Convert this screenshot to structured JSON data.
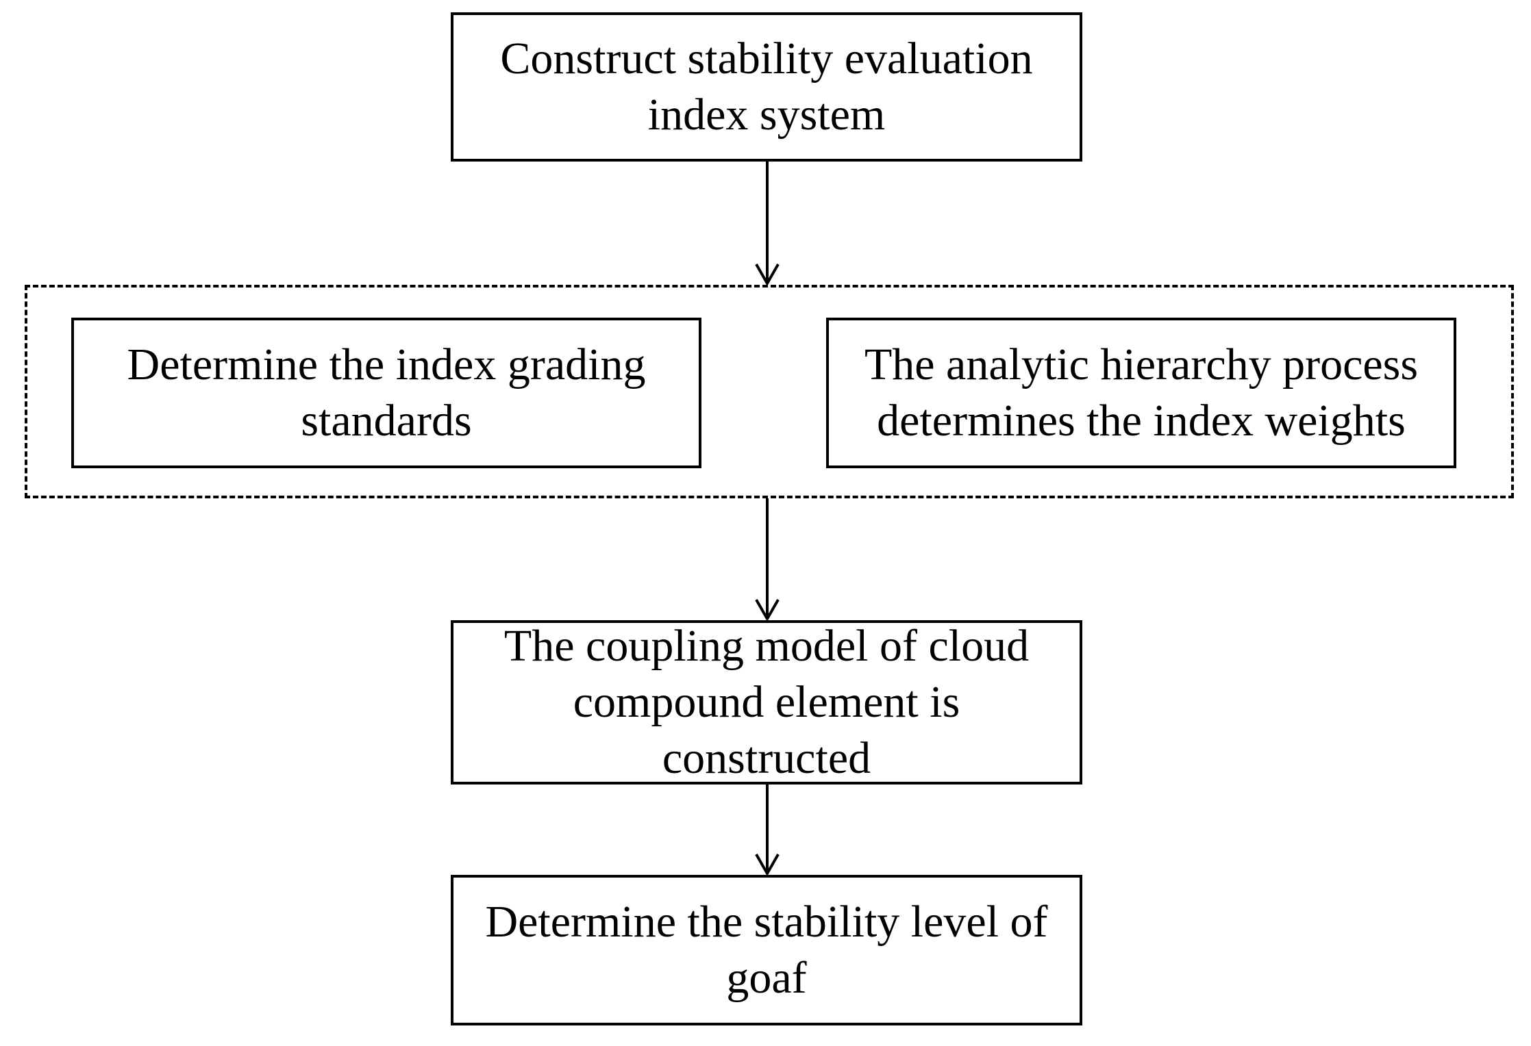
{
  "diagram": {
    "type": "flowchart",
    "nodes": {
      "construct": "Construct stability evaluation index system",
      "grading": "Determine the index grading standards",
      "ahp": "The analytic hierarchy process determines the index weights",
      "coupling": "The coupling model of cloud compound element is constructed",
      "level": "Determine the stability level of goaf"
    },
    "edges": [
      {
        "from": "construct",
        "to": "group"
      },
      {
        "from": "group",
        "to": "coupling"
      },
      {
        "from": "coupling",
        "to": "level"
      }
    ],
    "group": {
      "members": [
        "grading",
        "ahp"
      ],
      "style": "dashed"
    },
    "colors": {
      "stroke": "#000000",
      "background": "#ffffff"
    }
  }
}
